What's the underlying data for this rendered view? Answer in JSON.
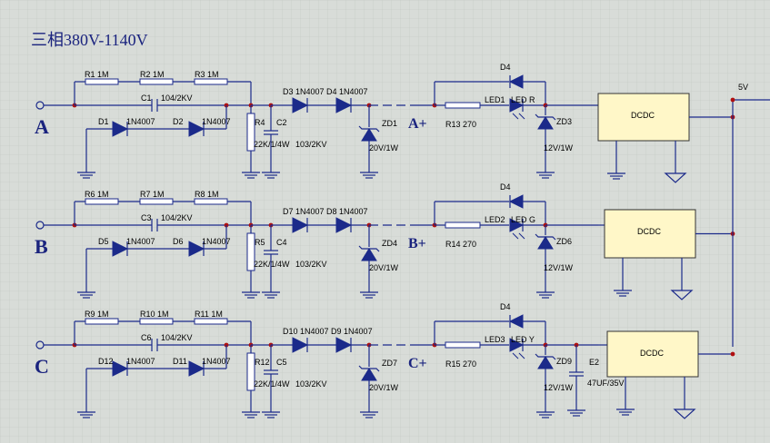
{
  "title": "三相380V-1140V",
  "supply_label": "5V",
  "dcdc_label": "DCDC",
  "rows": [
    {
      "phase": "A",
      "plus": "A+",
      "r_top": [
        "R1  1M",
        "R2  1M",
        "R3  1M"
      ],
      "cap": "C1",
      "cap_val": "104/2KV",
      "diode_a": "D1",
      "diode_a_val": "1N4007",
      "diode_b": "D2",
      "diode_b_val": "1N4007",
      "r_bleed": "R4",
      "r_bleed_val": "22K/1/4W",
      "cap_b": "C2",
      "cap_b_val": "103/2KV",
      "series_d": "D3 1N4007 D4 1N4007",
      "zener": "ZD1",
      "zener_val": "20V/1W",
      "r_led": "R13  270",
      "led": "LED1",
      "led_name": "LED R",
      "led_diode": "D4",
      "zener2": "ZD3",
      "zener2_val": "12V/1W"
    },
    {
      "phase": "B",
      "plus": "B+",
      "r_top": [
        "R6  1M",
        "R7  1M",
        "R8  1M"
      ],
      "cap": "C3",
      "cap_val": "104/2KV",
      "diode_a": "D5",
      "diode_a_val": "1N4007",
      "diode_b": "D6",
      "diode_b_val": "1N4007",
      "r_bleed": "R5",
      "r_bleed_val": "22K/1/4W",
      "cap_b": "C4",
      "cap_b_val": "103/2KV",
      "series_d": "D7 1N4007 D8 1N4007",
      "zener": "ZD4",
      "zener_val": "20V/1W",
      "r_led": "R14  270",
      "led": "LED2",
      "led_name": "LED G",
      "led_diode": "D4",
      "zener2": "ZD6",
      "zener2_val": "12V/1W"
    },
    {
      "phase": "C",
      "plus": "C+",
      "r_top": [
        "R9  1M",
        "R10 1M",
        "R11 1M"
      ],
      "cap": "C6",
      "cap_val": "104/2KV",
      "diode_a": "D12",
      "diode_a_val": "1N4007",
      "diode_b": "D11",
      "diode_b_val": "1N4007",
      "r_bleed": "R12",
      "r_bleed_val": "22K/1/4W",
      "cap_b": "C5",
      "cap_b_val": "103/2KV",
      "series_d": "D10 1N4007 D9 1N4007",
      "zener": "ZD7",
      "zener_val": "20V/1W",
      "r_led": "R15  270",
      "led": "LED3",
      "led_name": "LED Y",
      "led_diode": "D4",
      "zener2": "ZD9",
      "zener2_val": "12V/1W",
      "extra_cap": "E2",
      "extra_cap_val": "47UF/35V"
    }
  ],
  "colors": {
    "wire": "#1b2a8a",
    "part": "#1b2a8a",
    "dot": "#b01010",
    "dcdc_fill": "#fff7c8",
    "grid": "#c4c8c4"
  }
}
